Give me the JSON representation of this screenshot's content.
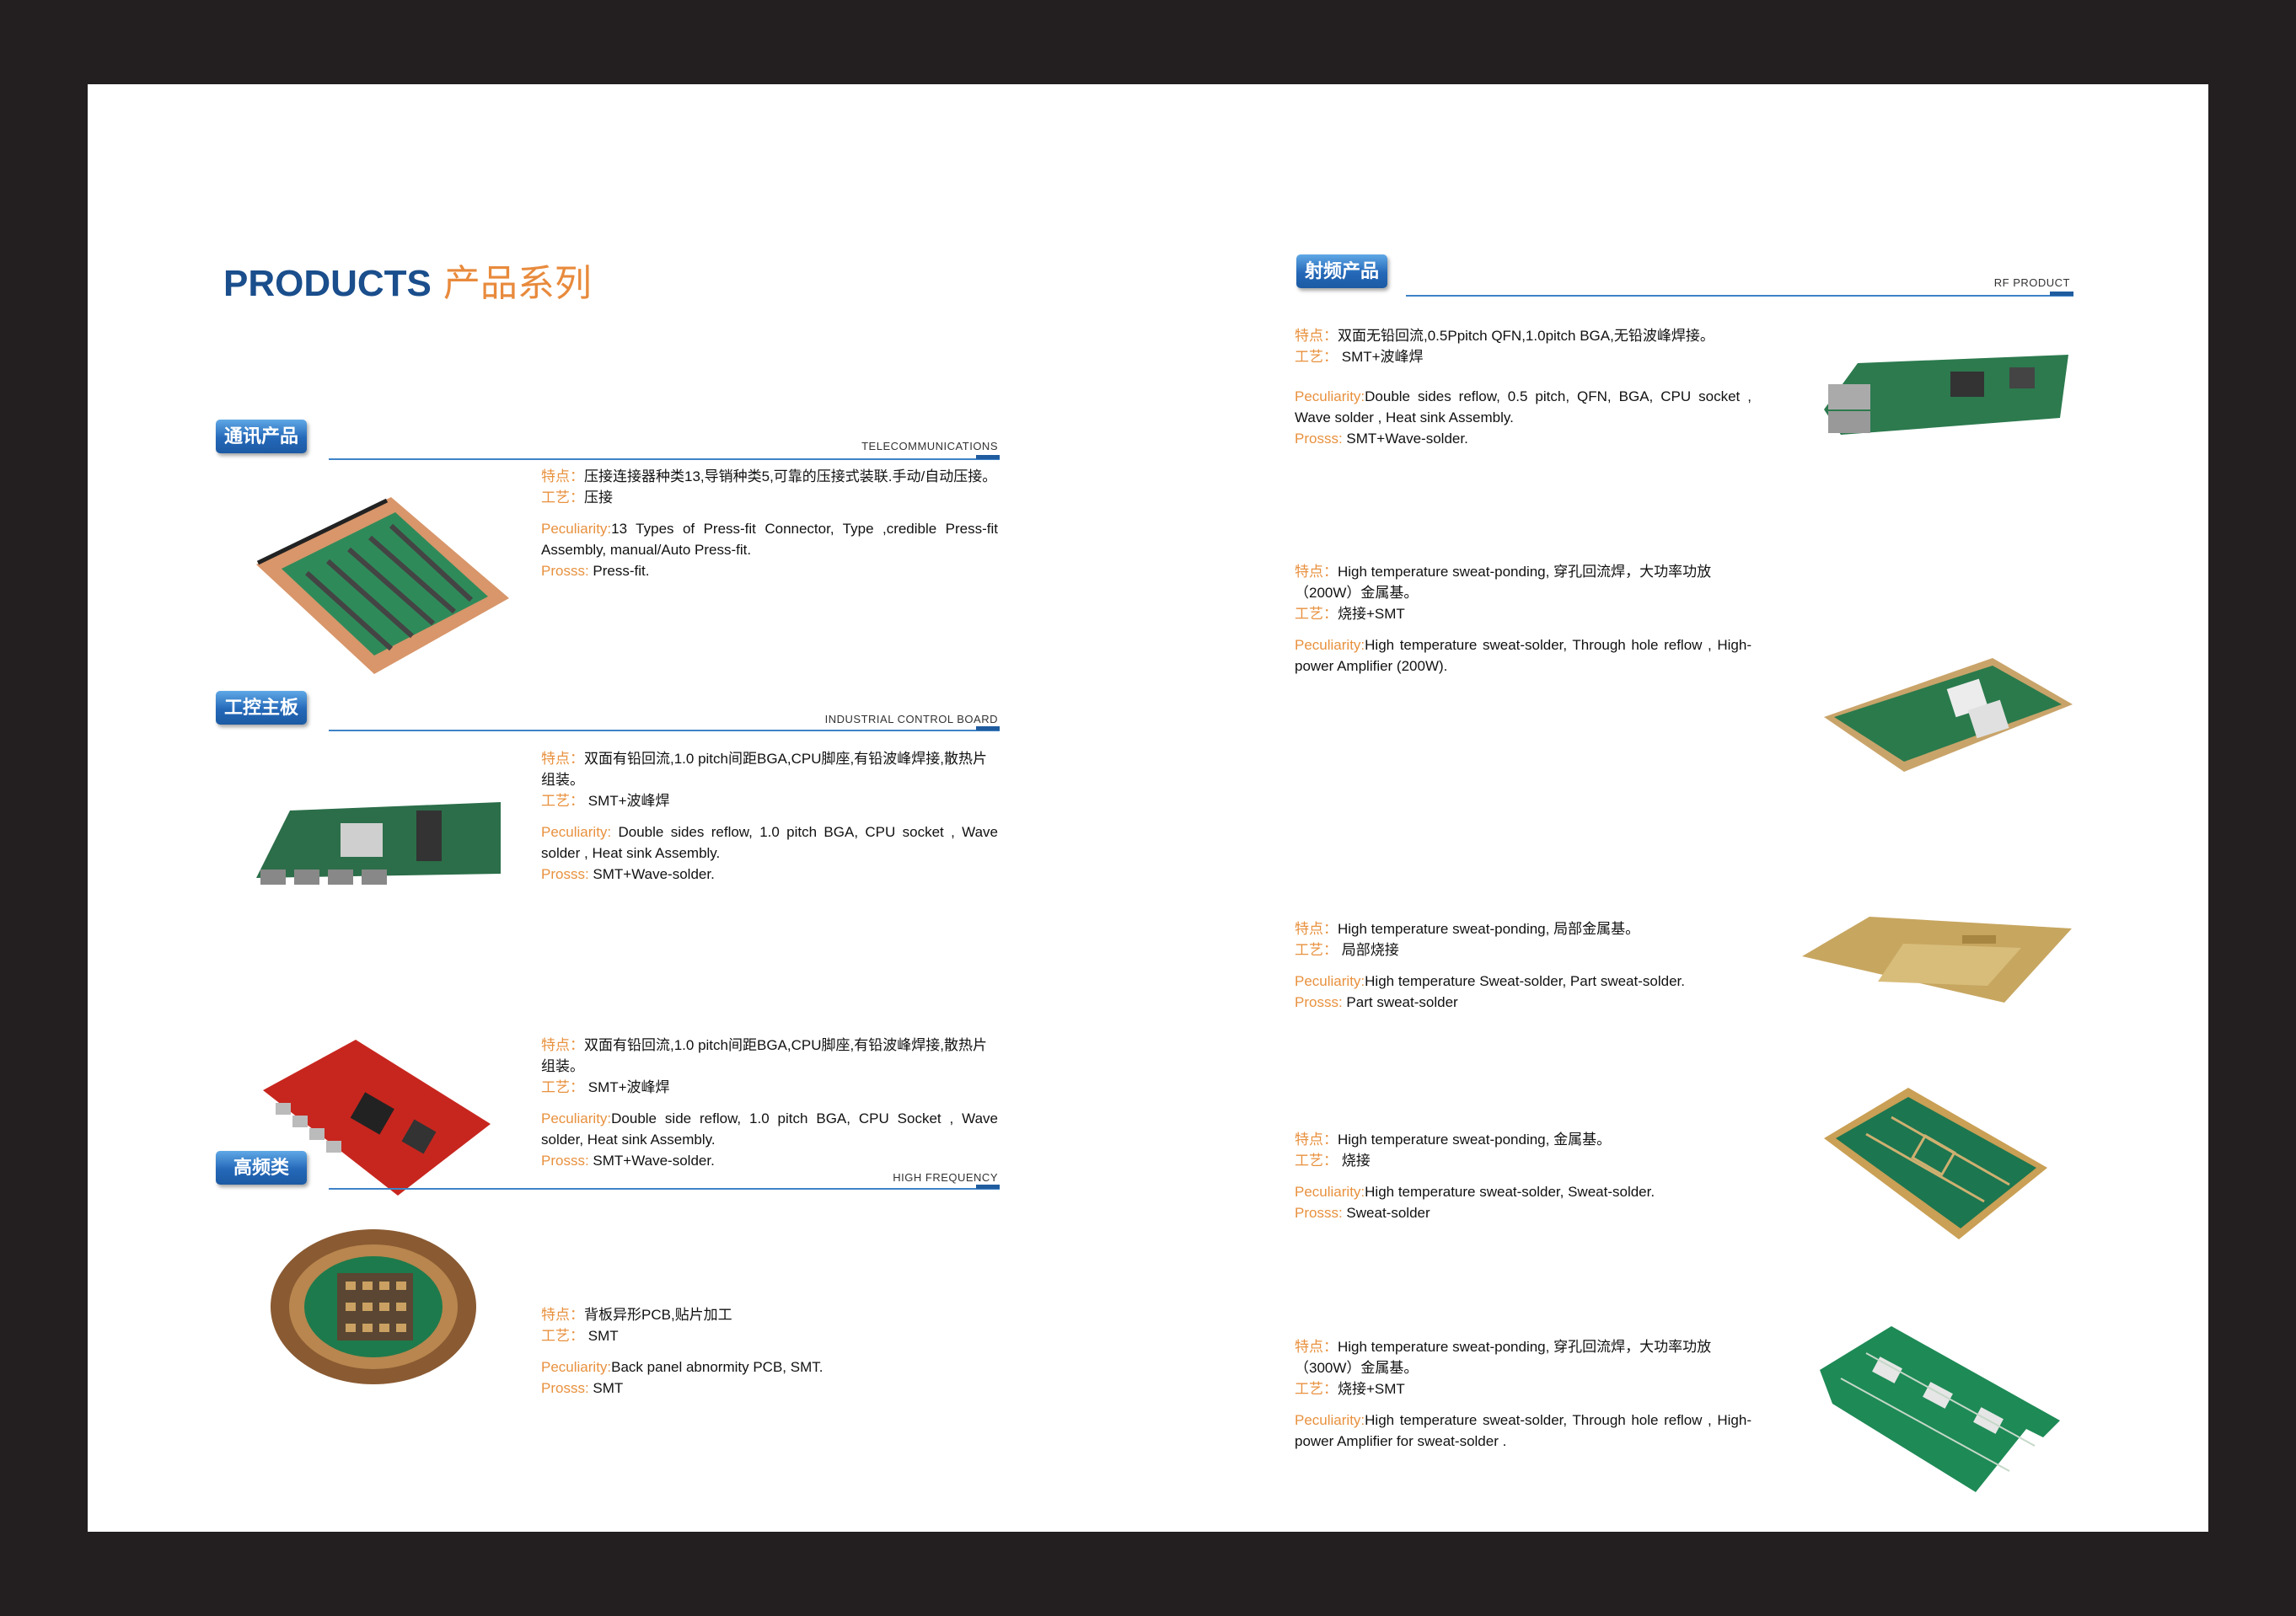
{
  "title": {
    "en": "PRODUCTS",
    "cn": "产品系列"
  },
  "labels": {
    "feature": "特点：",
    "process": "工艺：",
    "peculiarity": "Peculiarity:",
    "prosss": "Prosss:"
  },
  "sections": {
    "telecom": {
      "badge": "通讯产品",
      "en": "TELECOMMUNICATIONS"
    },
    "industrial": {
      "badge": "工控主板",
      "en": "INDUSTRIAL  CONTROL  BOARD"
    },
    "high_freq": {
      "badge": "高频类",
      "en": "HIGH  FREQUENCY"
    },
    "rf": {
      "badge": "射频产品",
      "en": "RF  PRODUCT"
    }
  },
  "products": {
    "telecom": {
      "feature": "压接连接器种类13,导销种类5,可靠的压接式装联.手动/自动压接。",
      "process": "压接",
      "peculiarity": "13 Types of Press-fit Connector, Type   ,credible Press-fit Assembly, manual/Auto Press-fit.",
      "prosss": "Press-fit."
    },
    "industrial_1": {
      "feature": "双面有铅回流,1.0 pitch间距BGA,CPU脚座,有铅波峰焊接,散热片组装。",
      "process": "SMT+波峰焊",
      "peculiarity": "Double sides reflow, 1.0 pitch BGA, CPU socket , Wave solder , Heat sink Assembly.",
      "prosss": "SMT+Wave-solder."
    },
    "industrial_2": {
      "feature": "双面有铅回流,1.0 pitch间距BGA,CPU脚座,有铅波峰焊接,散热片组装。",
      "process": "SMT+波峰焊",
      "peculiarity": "Double side reflow, 1.0 pitch BGA, CPU Socket , Wave solder, Heat sink Assembly.",
      "prosss": "SMT+Wave-solder."
    },
    "high_freq": {
      "feature": "背板异形PCB,贴片加工",
      "process": "SMT",
      "peculiarity": "Back panel abnormity PCB, SMT.",
      "prosss": "SMT"
    },
    "rf_1": {
      "feature": "双面无铅回流,0.5Ppitch QFN,1.0pitch BGA,无铅波峰焊接。",
      "process": "SMT+波峰焊",
      "peculiarity": "Double sides reflow, 0.5 pitch, QFN, BGA, CPU socket , Wave solder , Heat sink Assembly.",
      "prosss": "SMT+Wave-solder."
    },
    "rf_2": {
      "feature": "High temperature sweat-ponding, 穿孔回流焊，大功率功放（200W）金属基。",
      "process": "烧接+SMT",
      "peculiarity": "High temperature sweat-solder,  Through hole reflow , High-power Amplifier (200W)."
    },
    "rf_3": {
      "feature": "High temperature sweat-ponding, 局部金属基。",
      "process": "局部烧接",
      "peculiarity": "High temperature Sweat-solder, Part sweat-solder.",
      "prosss": "Part sweat-solder"
    },
    "rf_4": {
      "feature": "High temperature sweat-ponding, 金属基。",
      "process": "烧接",
      "peculiarity": "High temperature sweat-solder, Sweat-solder.",
      "prosss": "Sweat-solder"
    },
    "rf_5": {
      "feature": "High temperature sweat-ponding, 穿孔回流焊，大功率功放（300W）金属基。",
      "process": "烧接+SMT",
      "peculiarity": "High temperature sweat-solder, Through hole reflow , High-power Amplifier for sweat-solder ."
    }
  },
  "colors": {
    "title_blue": "#1a4e8c",
    "accent_orange": "#e88a3c",
    "badge_blue": "#2468b8",
    "pcb_green": "#1d7a4c",
    "copper": "#c88a55"
  }
}
